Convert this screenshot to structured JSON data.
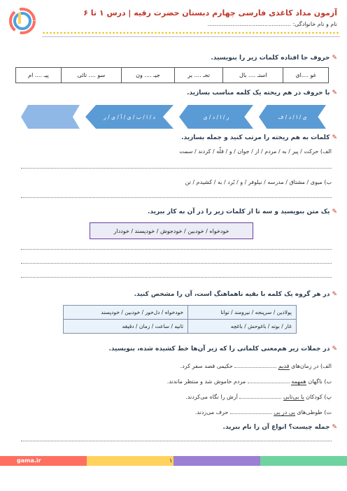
{
  "header": {
    "title": "آزمون مداد کاغذی فارسی چهارم دبستان حضرت رقیه | درس ۱ تا ۶",
    "name_line": "نام و نام خانوادگی: ..............................................."
  },
  "q1": {
    "title": "حروف جا افتاده کلمات زیر را بنویسید.",
    "cells": [
      "غو ....ای",
      "استـ .... بال",
      "تحـ .... یر",
      "جیـ .... ون",
      "سو .... تائی",
      "پیـ .... ام"
    ]
  },
  "q2": {
    "title": "با حروف در هم ریخته یک کلمه مناسب بسازید.",
    "arrows": [
      "ی / ا / د / ف",
      "ر / ا / د / ی",
      "د / ا / ب / ی / آ / ی / ر",
      ""
    ]
  },
  "q3": {
    "title": "کلمات به هم ریخته را مرتب کنید و جمله بسازید.",
    "a": "الف) حرکت / پیر / به / مردم / از / جوان / و / قلّه / کردند / سمت",
    "b": "ب) میوی / مشتاق / مدرسه / نیلوفر / و / بُرد / به / کشیدم / تن"
  },
  "q4": {
    "title": "یک متن بنویسید و سه تا از کلمات زیر را در آن به کار ببرید.",
    "words": "خودخواه / خودبین / خودجوش / خودپسند / خوددار"
  },
  "q5": {
    "title": "در هر گروه یک کلمه با بقیه ناهماهنگ است، آن را مشخص کنید.",
    "rows": [
      [
        "پولادین / سرپنجه / نیرومند / توانا",
        "خودخواه / دل‌خور / خودبین / خودپسند"
      ],
      [
        "غار / بوته / باغوحش / باغچه",
        "ثانیه / ساعت / زمان / دقیقه"
      ]
    ]
  },
  "q6": {
    "title": "در جملات زیر هم‌معنی کلماتی را که زیر آن‌ها خط کشیده شده، بنویسید.",
    "a": {
      "pre": "الف) در زمان‌های",
      "under": "قدیم",
      "post": "حکیمی قصد سفر کرد."
    },
    "b": {
      "pre": "ب) ناگهان",
      "under": "همهمه",
      "post": "مردم خاموش شد و منتظر ماندند."
    },
    "c": {
      "pre": "پ) کودکان",
      "under": "یا بی‌تابی",
      "post": "آرش را نگاه می‌کردند."
    },
    "d": {
      "pre": "ت) طوطی‌های",
      "under": "پی در پی",
      "post": "حرف می‌زدند."
    }
  },
  "q7": {
    "title": "جمله چیست؟ انواع آن را نام ببرید."
  },
  "footer": {
    "site": "gama.ir",
    "page": "۱"
  },
  "colors": {
    "accent_red": "#c0392b",
    "arrow_blue": "#5b9bd5",
    "box_purple": "#6a3fa0"
  }
}
